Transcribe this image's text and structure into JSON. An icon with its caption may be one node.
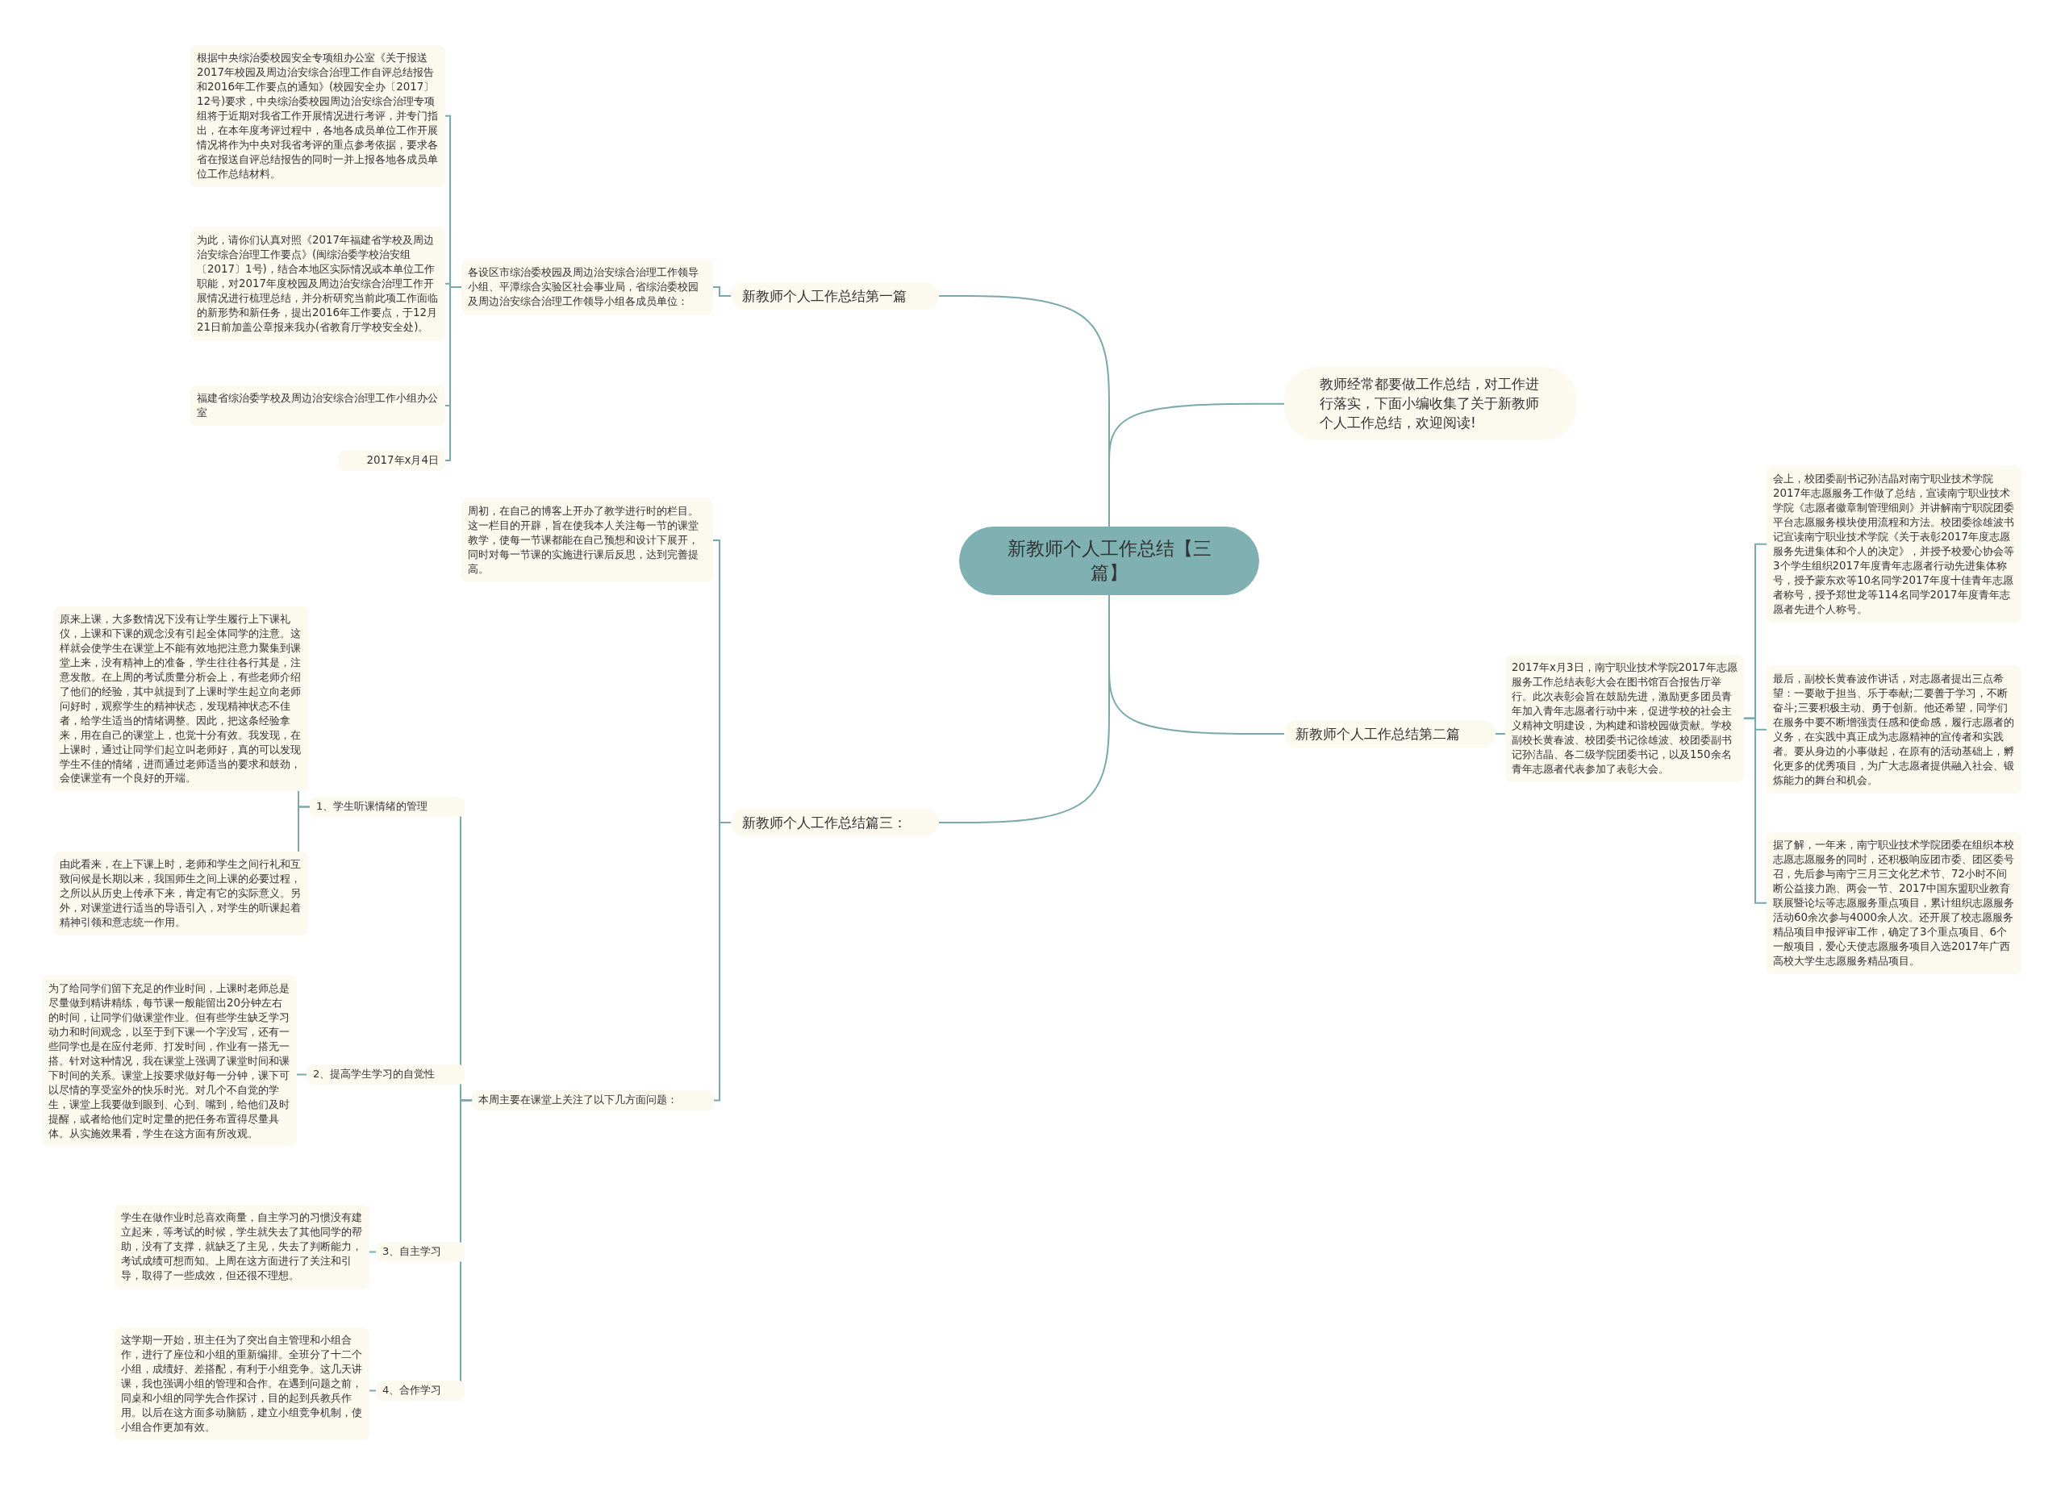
{
  "diagram": {
    "nodes": [
      {
        "text": [
          "新教师个人工作总结【三篇】"
        ]
      },
      {
        "text": [
          "教师经常都要做工作总结，对工作进行落实，下面小编收集了关于新教师个人工作总结，欢迎阅读!"
        ]
      },
      {
        "text": [
          "新教师个人工作总结第一篇"
        ]
      },
      {
        "text": [
          "各设区市综治委校园及周边治安综合治理工作领导小组、平潭综合实验区社会事业局，省综治委校园及周边治安综合治理工作领导小组各成员单位："
        ]
      },
      {
        "text": [
          "根据中央综治委校园安全专项组办公室《关于报送2017年校园及周边治安综合治理工作自评总结报告和2016年工作要点的通知》(校园安全办〔2017〕12号)要求，中央综治委校园周边治安综合治理专项组将于近期对我省工作开展情况进行考评，并专门指出，在本年度考评过程中，各地各成员单位工作开展情况将作为中央对我省考评的重点参考依据，要求各省在报送自评总结报告的同时一并上报各地各成员单位工作总结材料。"
        ]
      },
      {
        "text": [
          "为此，请你们认真对照《2017年福建省学校及周边治安综合治理工作要点》(闽综治委学校治安组〔2017〕1号)，结合本地区实际情况或本单位工作职能，对2017年度校园及周边治安综合治理工作开展情况进行梳理总结，并分析研究当前此项工作面临的新形势和新任务，提出2016年工作要点，于12月21日前加盖公章报来我办(省教育厅学校安全处)。"
        ]
      },
      {
        "text": [
          "福建省综治委学校及周边治安综合治理工作小组办公室"
        ]
      },
      {
        "text": [
          "2017年x月4日"
        ]
      },
      {
        "text": [
          "新教师个人工作总结第二篇"
        ]
      },
      {
        "text": [
          "2017年x月3日，南宁职业技术学院2017年志愿服务工作总结表彰大会在图书馆百合报告厅举行。此次表彰会旨在鼓励先进，激励更多团员青年加入青年志愿者行动中来，促进学校的社会主义精神文明建设，为构建和谐校园做贡献。学校副校长黄春波、校团委书记徐雄波、校团委副书记孙洁晶、各二级学院团委书记，以及150余名青年志愿者代表参加了表彰大会。"
        ]
      },
      {
        "text": [
          "会上，校团委副书记孙洁晶对南宁职业技术学院2017年志愿服务工作做了总结，宣读南宁职业技术学院《志愿者徽章制管理细则》并讲解南宁职院团委平台志愿服务模块使用流程和方法。校团委徐雄波书记宣读南宁职业技术学院《关于表彰2017年度志愿服务先进集体和个人的决定》，并授予校爱心协会等3个学生组织2017年度青年志愿者行动先进集体称号，授予蒙东欢等10名同学2017年度十佳青年志愿者称号，授予郑世龙等114名同学2017年度青年志愿者先进个人称号。"
        ]
      },
      {
        "text": [
          "最后，副校长黄春波作讲话，对志愿者提出三点希望：一要敢于担当、乐于奉献;二要善于学习，不断奋斗;三要积极主动、勇于创新。他还希望，同学们在服务中要不断增强责任感和使命感，履行志愿者的义务，在实践中真正成为志愿精神的宣传者和实践者。要从身边的小事做起，在原有的活动基础上，孵化更多的优秀项目，为广大志愿者提供融入社会、锻炼能力的舞台和机会。"
        ]
      },
      {
        "text": [
          "据了解，一年来，南宁职业技术学院团委在组织本校志愿志愿服务的同时，还积极响应团市委、团区委号召，先后参与南宁三月三文化艺术节、72小时不间断公益接力跑、两会一节、2017中国东盟职业教育联展暨论坛等志愿服务重点项目，累计组织志愿服务活动60余次参与4000余人次。还开展了校志愿服务精品项目申报评审工作，确定了3个重点项目、6个一般项目，爱心天使志愿服务项目入选2017年广西高校大学生志愿服务精品项目。"
        ]
      },
      {
        "text": [
          "新教师个人工作总结篇三："
        ]
      },
      {
        "text": [
          "周初，在自己的博客上开办了教学进行时的栏目。这一栏目的开辟，旨在使我本人关注每一节的课堂教学，使每一节课都能在自己预想和设计下展开，同时对每一节课的实施进行课后反思，达到完善提高。"
        ]
      },
      {
        "text": [
          "本周主要在课堂上关注了以下几方面问题："
        ]
      },
      {
        "text": [
          "1、学生听课情绪的管理"
        ]
      },
      {
        "text": [
          "原来上课，大多数情况下没有让学生履行上下课礼仪，上课和下课的观念没有引起全体同学的注意。这样就会使学生在课堂上不能有效地把注意力聚集到课堂上来，没有精神上的准备，学生往往各行其是，注意发散。在上周的考试质量分析会上，有些老师介绍了他们的经验，其中就提到了上课时学生起立向老师问好时，观察学生的精神状态，发现精神状态不佳者，给学生适当的情绪调整。因此，把这条经验拿来，用在自己的课堂上，也觉十分有效。我发现，在上课时，通过让同学们起立叫老师好，真的可以发现学生不佳的情绪，进而通过老师适当的要求和鼓劲，会使课堂有一个良好的开端。"
        ]
      },
      {
        "text": [
          "由此看来，在上下课上时，老师和学生之间行礼和互致问候是长期以来，我国师生之间上课的必要过程，之所以从历史上传承下来，肯定有它的实际意义。另外，对课堂进行适当的导语引入，对学生的听课起着精神引领和意志统一作用。"
        ]
      },
      {
        "text": [
          "2、提高学生学习的自觉性"
        ]
      },
      {
        "text": [
          "为了给同学们留下充足的作业时间，上课时老师总是尽量做到精讲精练，每节课一般能留出20分钟左右的时间，让同学们做课堂作业。但有些学生缺乏学习动力和时间观念，以至于到下课一个字没写，还有一些同学也是在应付老师、打发时间，作业有一搭无一搭。针对这种情况，我在课堂上强调了课堂时间和课下时间的关系。课堂上按要求做好每一分钟，课下可以尽情的享受室外的快乐时光。对几个不自觉的学生，课堂上我要做到眼到、心到、嘴到，给他们及时提醒，或者给他们定时定量的把任务布置得尽量具体。从实施效果看，学生在这方面有所改观。"
        ]
      },
      {
        "text": [
          "3、自主学习"
        ]
      },
      {
        "text": [
          "学生在做作业时总喜欢商量，自主学习的习惯没有建立起来，等考试的时候，学生就失去了其他同学的帮助，没有了支撑，就缺乏了主见，失去了判断能力，考试成绩可想而知。上周在这方面进行了关注和引导，取得了一些成效，但还很不理想。"
        ]
      },
      {
        "text": [
          "4、合作学习"
        ]
      },
      {
        "text": [
          "这学期一开始，班主任为了突出自主管理和小组合作，进行了座位和小组的重新编排。全班分了十二个小组，成绩好、差搭配，有利于小组竞争。这几天讲课，我也强调小组的管理和合作。在遇到问题之前，同桌和小组的同学先合作探讨，目的起到兵教兵作用。以后在这方面多动脑筋，建立小组竞争机制，使小组合作更加有效。"
        ]
      }
    ],
    "edges": [
      {
        "from": 0,
        "to": 1,
        "arrow": "none"
      },
      {
        "from": 0,
        "to": 2,
        "arrow": "none"
      },
      {
        "from": 2,
        "to": 3,
        "arrow": "none"
      },
      {
        "from": 3,
        "to": 4,
        "arrow": "none"
      },
      {
        "from": 3,
        "to": 5,
        "arrow": "none"
      },
      {
        "from": 3,
        "to": 6,
        "arrow": "none"
      },
      {
        "from": 3,
        "to": 7,
        "arrow": "none"
      },
      {
        "from": 0,
        "to": 8,
        "arrow": "none"
      },
      {
        "from": 8,
        "to": 9,
        "arrow": "none"
      },
      {
        "from": 9,
        "to": 10,
        "arrow": "none"
      },
      {
        "from": 9,
        "to": 11,
        "arrow": "none"
      },
      {
        "from": 9,
        "to": 12,
        "arrow": "none"
      },
      {
        "from": 0,
        "to": 13,
        "arrow": "none"
      },
      {
        "from": 13,
        "to": 14,
        "arrow": "none"
      },
      {
        "from": 13,
        "to": 15,
        "arrow": "none"
      },
      {
        "from": 15,
        "to": 16,
        "arrow": "none"
      },
      {
        "from": 16,
        "to": 17,
        "arrow": "none"
      },
      {
        "from": 16,
        "to": 18,
        "arrow": "none"
      },
      {
        "from": 15,
        "to": 19,
        "arrow": "none"
      },
      {
        "from": 19,
        "to": 20,
        "arrow": "none"
      },
      {
        "from": 15,
        "to": 21,
        "arrow": "none"
      },
      {
        "from": 21,
        "to": 22,
        "arrow": "none"
      },
      {
        "from": 15,
        "to": 23,
        "arrow": "none"
      },
      {
        "from": 23,
        "to": 24,
        "arrow": "none"
      }
    ]
  }
}
